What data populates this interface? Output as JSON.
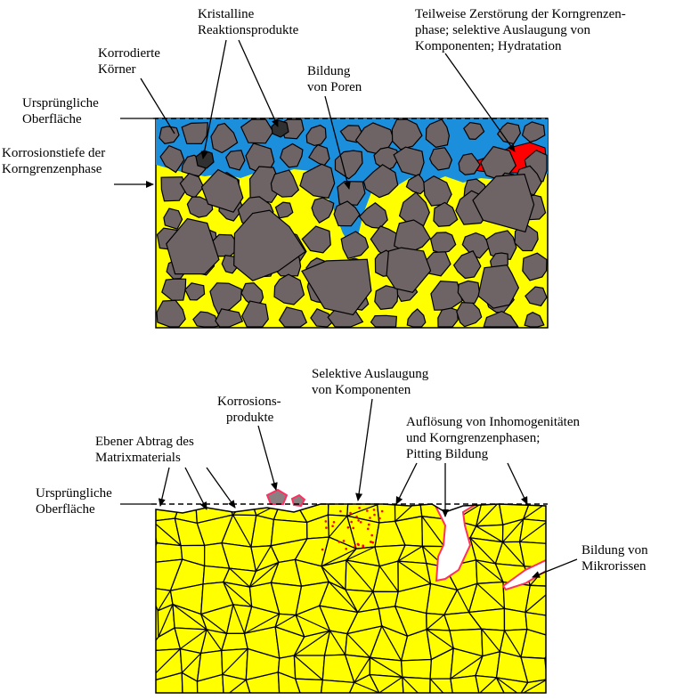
{
  "top_diagram": {
    "labels": {
      "korrodierte_koerner": [
        "Korrodierte",
        "Körner"
      ],
      "kristalline_produkte": [
        "Kristalline",
        "Reaktionsprodukte"
      ],
      "bildung_poren": [
        "Bildung",
        "von Poren"
      ],
      "teilweise_zerstoerung": [
        "Teilweise Zerstörung der Korngrenzen-",
        "phase; selektive Auslaugung von",
        "Komponenten; Hydratation"
      ],
      "urspruengliche_oberflaeche": [
        "Ursprüngliche",
        "Oberfläche"
      ],
      "korrosionstiefe": [
        "Korrosionstiefe der",
        "Korngrenzenphase"
      ]
    },
    "colors": {
      "grain": "#6e6466",
      "boundary_phase": "#ffff00",
      "corrosion_zone": "#1c8fdc",
      "partial_destruction": "#ff0000",
      "crystalline_product": "#303030"
    }
  },
  "bottom_diagram": {
    "labels": {
      "selektive_auslaugung": [
        "Selektive Auslaugung",
        "von Komponenten"
      ],
      "korrosionsprodukte": [
        "Korrosions-",
        "produkte"
      ],
      "aufloesung": [
        "Auflösung von Inhomogenitäten",
        "und Korngrenzenphasen;",
        "Pitting Bildung"
      ],
      "ebener_abtrag": [
        "Ebener Abtrag des",
        "Matrixmaterials"
      ],
      "urspruengliche_oberflaeche": [
        "Ursprüngliche",
        "Oberfläche"
      ],
      "bildung_mikrorissen": [
        "Bildung von",
        "Mikrorissen"
      ]
    },
    "colors": {
      "grain": "#ffff00",
      "grain_boundary": "#000000",
      "corroded_edge": "#ff3060",
      "corrosion_product": "#8a8082"
    }
  }
}
